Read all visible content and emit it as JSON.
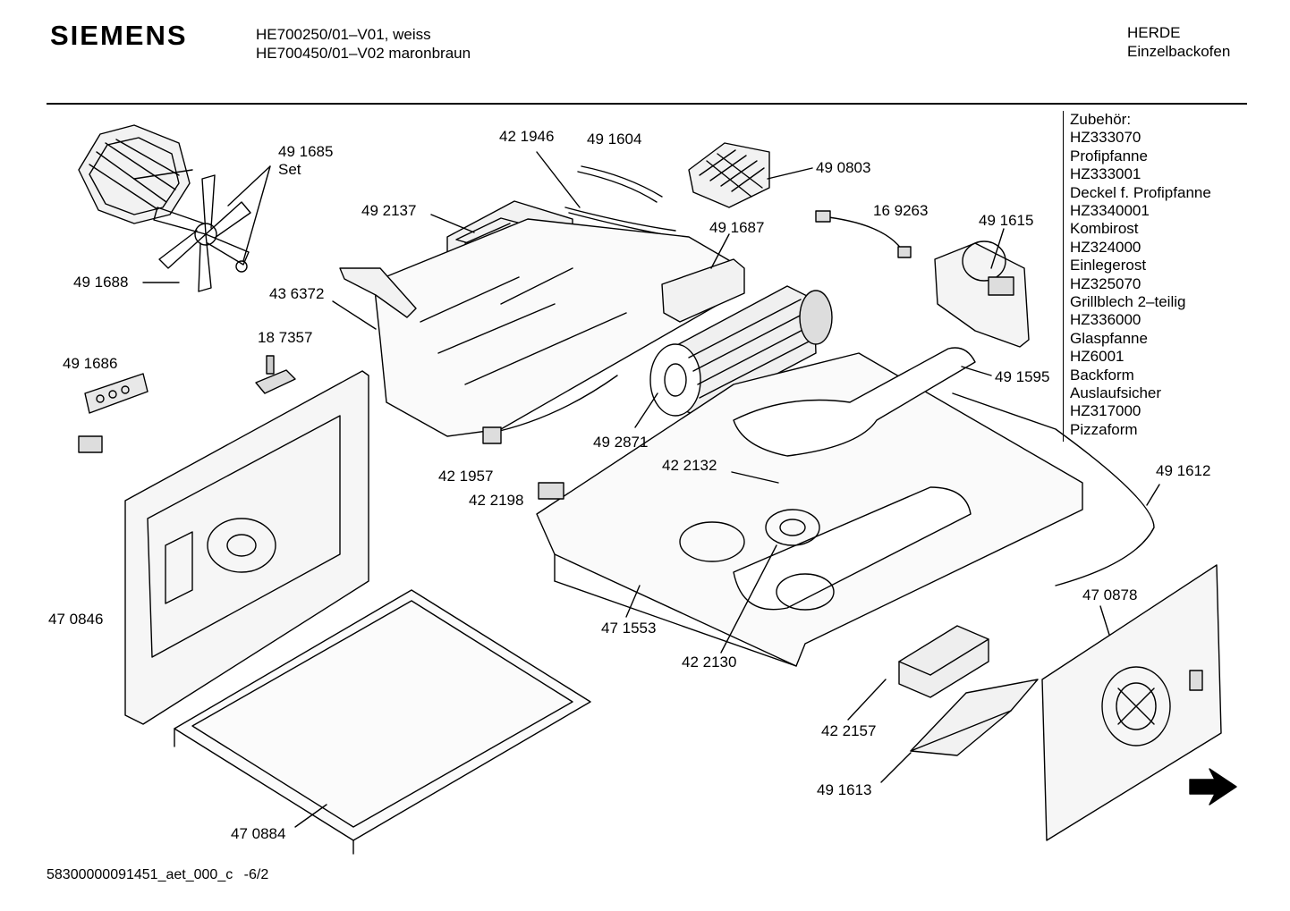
{
  "header": {
    "brand": "SIEMENS",
    "model_line_1": "HE700250/01–V01, weiss",
    "model_line_2": "HE700450/01–V02 maronbraun",
    "category_line_1": "HERDE",
    "category_line_2": "Einzelbackofen"
  },
  "accessories": {
    "title": "Zubehör:",
    "items": [
      "HZ333070",
      "Profipfanne",
      "HZ333001",
      "Deckel f. Profipfanne",
      "HZ3340001",
      "Kombirost",
      "HZ324000",
      "Einlegerost",
      "HZ325070",
      "Grillblech 2–teilig",
      "HZ336000",
      "Glaspfanne",
      "HZ6001",
      "Backform",
      "Auslaufsicher",
      "HZ317000",
      "Pizzaform"
    ]
  },
  "part_labels": {
    "p491685": "49 1685",
    "set": "Set",
    "p491688": "49 1688",
    "p421946": "42 1946",
    "p491604": "49 1604",
    "p490803": "49 0803",
    "p492137": "49 2137",
    "p169263": "16 9263",
    "p491615": "49 1615",
    "p491687": "49 1687",
    "p436372": "43 6372",
    "p187357": "18 7357",
    "p491686": "49 1686",
    "p491595": "49 1595",
    "p492871": "49 2871",
    "p421957": "42 1957",
    "p422132": "42 2132",
    "p422198": "42 2198",
    "p491612": "49 1612",
    "p470846": "47 0846",
    "p470878": "47 0878",
    "p471553": "47 1553",
    "p422130": "42 2130",
    "p422157": "42 2157",
    "p491613": "49 1613",
    "p470884": "47 0884"
  },
  "footer": {
    "doc_id": "58300000091451_aet_000_c",
    "page": "-6/2"
  },
  "icons": {
    "next_page": "arrow-right-icon"
  },
  "colors": {
    "ink": "#000000",
    "background": "#ffffff"
  }
}
